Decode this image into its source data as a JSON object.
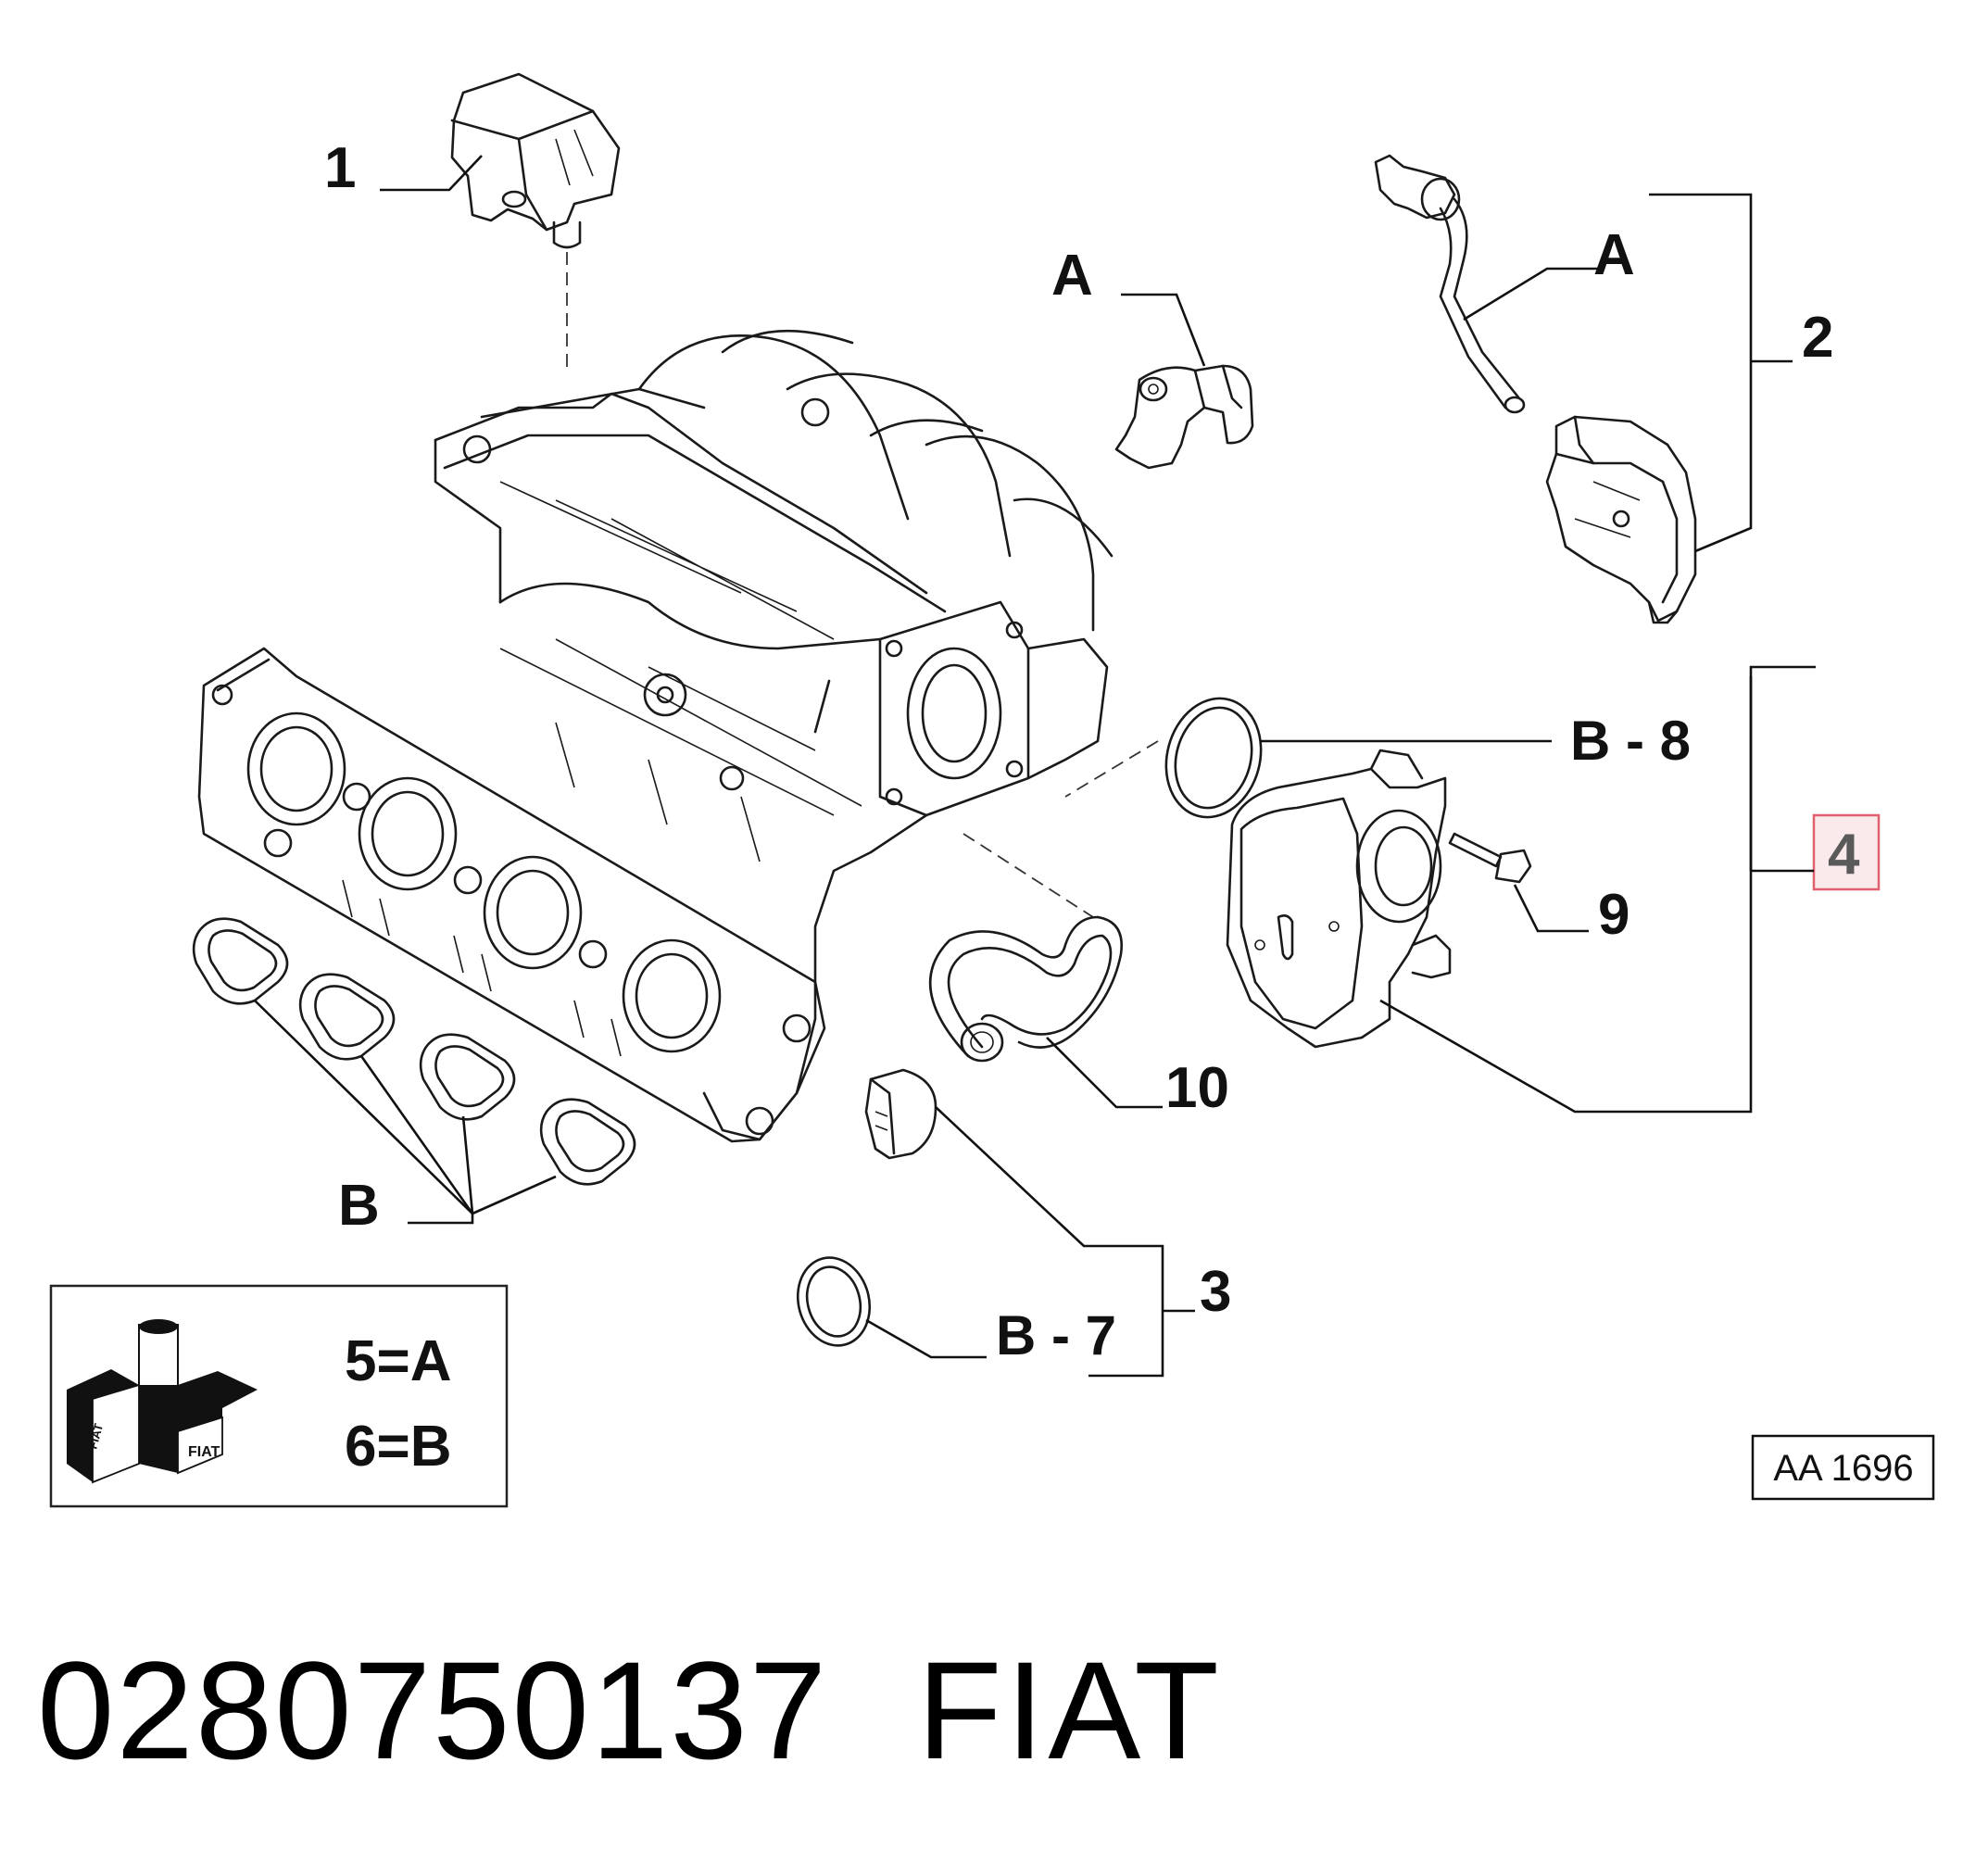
{
  "callouts": {
    "c1": "1",
    "c2": "2",
    "c3": "3",
    "c4": "4",
    "c9": "9",
    "c10": "10",
    "cA_left": "A",
    "cA_right": "A",
    "cB_bottom": "B",
    "cB8": "B - 8",
    "cB7": "B - 7"
  },
  "legend": {
    "line1": "5=A",
    "line2": "6=B",
    "logo_text_1": "FIAT",
    "logo_text_2": "FIAT"
  },
  "reference_code": "AA 1696",
  "footer": {
    "part_number": "0280750137",
    "brand": "FIAT"
  },
  "colors": {
    "highlight_border": "#e06070",
    "highlight_fill": "#fbeaec",
    "highlight_text": "#5a5a5a",
    "line": "#1a1a1a"
  }
}
